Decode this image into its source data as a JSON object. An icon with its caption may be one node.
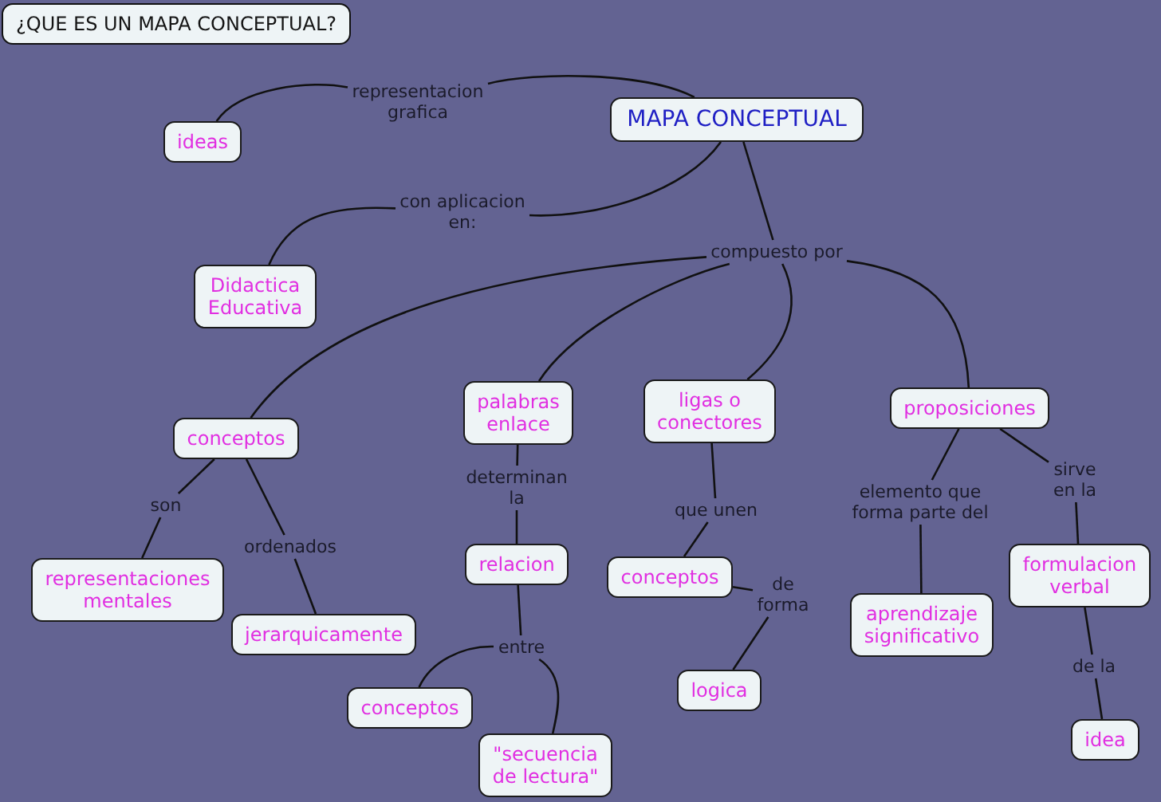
{
  "diagram": {
    "title": "¿QUE ES UN MAPA CONCEPTUAL?",
    "nodes": [
      {
        "text": [
          "MAPA CONCEPTUAL"
        ]
      },
      {
        "text": [
          "representacion grafica"
        ]
      },
      {
        "text": [
          "ideas"
        ]
      },
      {
        "text": [
          "con aplicacion en:"
        ]
      },
      {
        "text": [
          "Didactica Educativa"
        ]
      },
      {
        "text": [
          "compuesto por"
        ]
      },
      {
        "text": [
          "conceptos"
        ]
      },
      {
        "text": [
          "palabras enlace"
        ]
      },
      {
        "text": [
          "ligas o conectores"
        ]
      },
      {
        "text": [
          "proposiciones"
        ]
      },
      {
        "text": [
          "son"
        ]
      },
      {
        "text": [
          "representaciones mentales"
        ]
      },
      {
        "text": [
          "ordenados"
        ]
      },
      {
        "text": [
          "jerarquicamente"
        ]
      },
      {
        "text": [
          "determinan la"
        ]
      },
      {
        "text": [
          "relacion"
        ]
      },
      {
        "text": [
          "entre"
        ]
      },
      {
        "text": [
          "conceptos"
        ]
      },
      {
        "text": [
          "\"secuencia de lectura\""
        ]
      },
      {
        "text": [
          "que unen"
        ]
      },
      {
        "text": [
          "conceptos"
        ]
      },
      {
        "text": [
          "de forma"
        ]
      },
      {
        "text": [
          "logica"
        ]
      },
      {
        "text": [
          "elemento que forma parte del"
        ]
      },
      {
        "text": [
          "aprendizaje significativo"
        ]
      },
      {
        "text": [
          "sirve en la"
        ]
      },
      {
        "text": [
          "formulacion verbal"
        ]
      },
      {
        "text": [
          "de la"
        ]
      },
      {
        "text": [
          "idea"
        ]
      }
    ],
    "edges": [
      {
        "from": 0,
        "to": 1,
        "arrow": "none"
      },
      {
        "from": 1,
        "to": 2,
        "arrow": "none"
      },
      {
        "from": 0,
        "to": 3,
        "arrow": "none"
      },
      {
        "from": 3,
        "to": 4,
        "arrow": "none"
      },
      {
        "from": 0,
        "to": 5,
        "arrow": "none"
      },
      {
        "from": 5,
        "to": 6,
        "arrow": "none"
      },
      {
        "from": 5,
        "to": 7,
        "arrow": "none"
      },
      {
        "from": 5,
        "to": 8,
        "arrow": "none"
      },
      {
        "from": 5,
        "to": 9,
        "arrow": "none"
      },
      {
        "from": 6,
        "to": 10,
        "arrow": "none"
      },
      {
        "from": 10,
        "to": 11,
        "arrow": "none"
      },
      {
        "from": 6,
        "to": 12,
        "arrow": "none"
      },
      {
        "from": 12,
        "to": 13,
        "arrow": "none"
      },
      {
        "from": 7,
        "to": 14,
        "arrow": "none"
      },
      {
        "from": 14,
        "to": 15,
        "arrow": "none"
      },
      {
        "from": 15,
        "to": 16,
        "arrow": "none"
      },
      {
        "from": 16,
        "to": 17,
        "arrow": "none"
      },
      {
        "from": 16,
        "to": 18,
        "arrow": "none"
      },
      {
        "from": 8,
        "to": 19,
        "arrow": "none"
      },
      {
        "from": 19,
        "to": 20,
        "arrow": "none"
      },
      {
        "from": 20,
        "to": 21,
        "arrow": "none"
      },
      {
        "from": 21,
        "to": 22,
        "arrow": "none"
      },
      {
        "from": 9,
        "to": 23,
        "arrow": "none"
      },
      {
        "from": 23,
        "to": 24,
        "arrow": "none"
      },
      {
        "from": 9,
        "to": 25,
        "arrow": "none"
      },
      {
        "from": 25,
        "to": 26,
        "arrow": "none"
      },
      {
        "from": 26,
        "to": 27,
        "arrow": "none"
      },
      {
        "from": 27,
        "to": 28,
        "arrow": "none"
      }
    ]
  }
}
